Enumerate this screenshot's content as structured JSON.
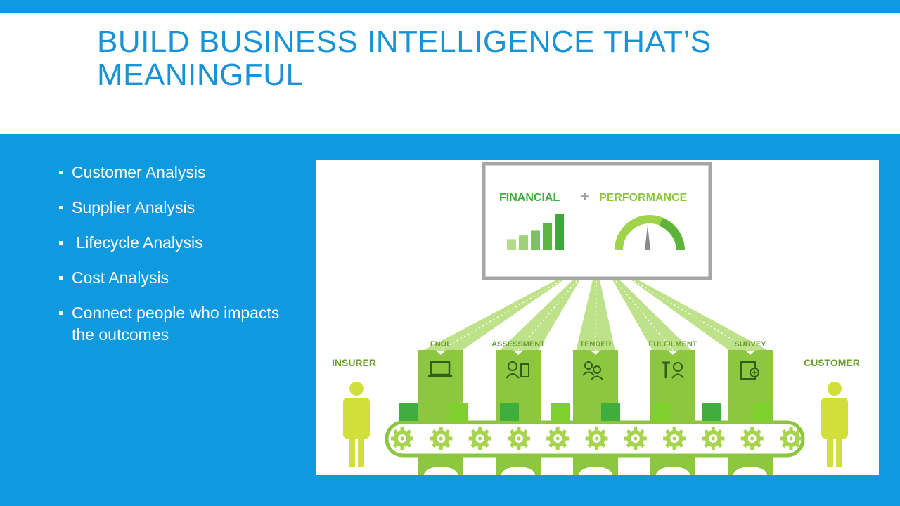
{
  "slide": {
    "title": "BUILD BUSINESS INTELLIGENCE THAT’S MEANINGFUL",
    "bullets": [
      "Customer Analysis",
      "Supplier Analysis",
      " Lifecycle Analysis",
      "Cost Analysis",
      "Connect people who impacts the outcomes"
    ]
  },
  "diagram": {
    "monitor": {
      "left_label": "FINANCIAL",
      "plus": "+",
      "right_label": "PERFORMANCE",
      "bar_chart_levels": [
        0.3,
        0.4,
        0.55,
        0.75,
        1.0
      ],
      "gauge_level": 0.5
    },
    "stages": [
      "FNOL",
      "ASSESSMENT",
      "TENDER",
      "FULFILMENT",
      "SURVEY"
    ],
    "left_actor": "INSURER",
    "right_actor": "CUSTOMER"
  },
  "colors": {
    "background_blue": "#0f9ae0",
    "title_blue": "#1793d6",
    "green_dark": "#3fae3f",
    "green_light": "#a4d45c",
    "green_mid": "#7fc241",
    "lime": "#d1df3c",
    "gray": "#9e9e9e",
    "label_green": "#6b9e2f"
  }
}
